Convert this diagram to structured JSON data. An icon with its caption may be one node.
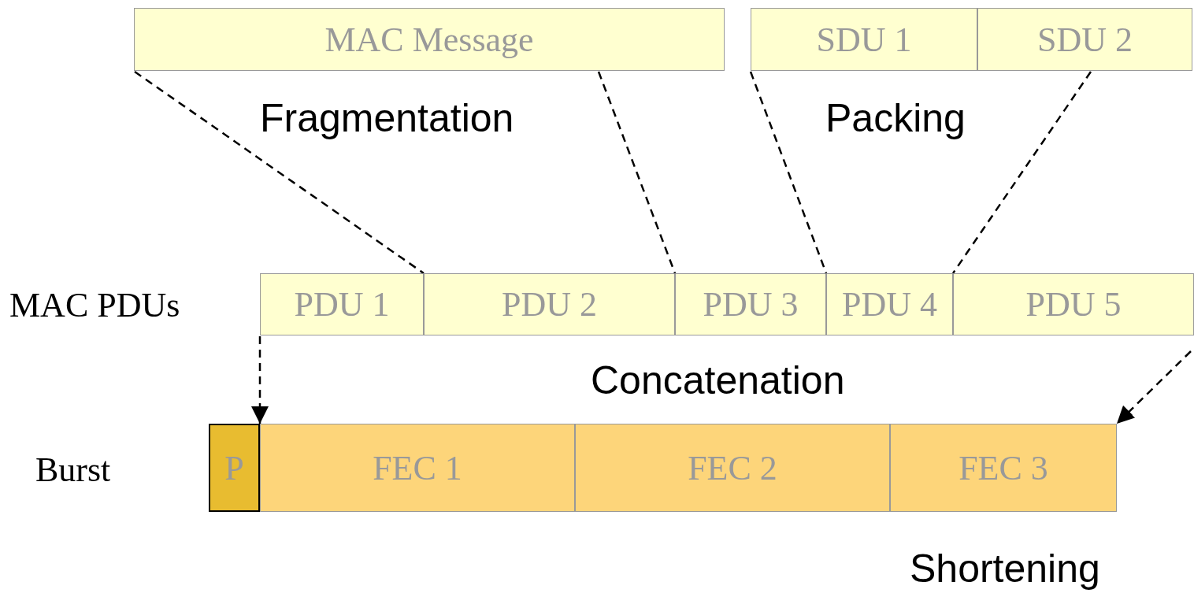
{
  "diagram": {
    "nodes": [
      {
        "text": [
          "MAC Message"
        ]
      },
      {
        "text": [
          "SDU 1"
        ]
      },
      {
        "text": [
          "SDU 2"
        ]
      },
      {
        "text": [
          "PDU 1"
        ]
      },
      {
        "text": [
          "PDU 2"
        ]
      },
      {
        "text": [
          "PDU 3"
        ]
      },
      {
        "text": [
          "PDU 4"
        ]
      },
      {
        "text": [
          "PDU 5"
        ]
      },
      {
        "text": [
          "P"
        ]
      },
      {
        "text": [
          "FEC 1"
        ]
      },
      {
        "text": [
          "FEC 2"
        ]
      },
      {
        "text": [
          "FEC 3"
        ]
      }
    ],
    "edges": [
      {
        "from": 0,
        "to": 4,
        "arrow": "none",
        "style": "dashed"
      },
      {
        "from": 0,
        "to": 5,
        "arrow": "none",
        "style": "dashed"
      },
      {
        "from": 1,
        "to": 6,
        "arrow": "none",
        "style": "dashed"
      },
      {
        "from": 2,
        "to": 6,
        "arrow": "none",
        "style": "dashed"
      },
      {
        "from": 3,
        "to": 8,
        "arrow": "to",
        "style": "dashed"
      },
      {
        "from": 7,
        "to": 11,
        "arrow": "to",
        "style": "dashed"
      }
    ],
    "labels": [
      "Fragmentation",
      "Packing",
      "MAC PDUs",
      "Concatenation",
      "Burst",
      "Shortening"
    ]
  }
}
